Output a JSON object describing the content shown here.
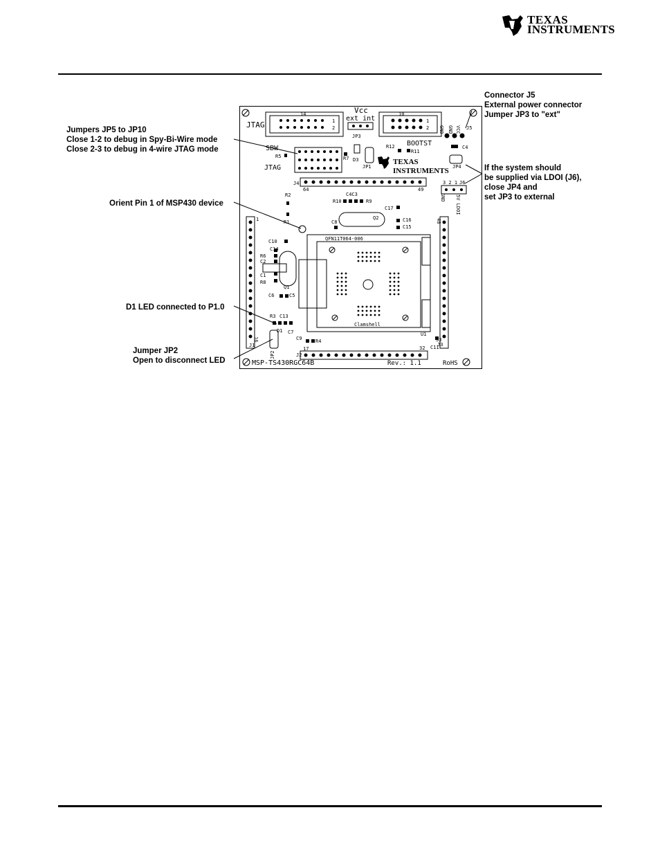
{
  "header": {
    "brand_line1": "Texas",
    "brand_line2": "Instruments"
  },
  "callouts": {
    "j5": [
      "Connector J5",
      "External power connector",
      "Jumper JP3 to \"ext\""
    ],
    "jumpers": [
      "Jumpers JP5 to JP10",
      "Close 1-2 to debug in Spy-Bi-Wire mode",
      "Close 2-3 to debug in 4-wire JTAG mode"
    ],
    "ldoi": [
      "If the system should",
      "be supplied via LDOI (J6),",
      "close JP4 and",
      "set JP3 to external"
    ],
    "pin1": [
      "Orient Pin 1 of MSP430 device"
    ],
    "d1": [
      "D1 LED connected to P1.0"
    ],
    "jp2": [
      "Jumper JP2",
      "Open to disconnect LED"
    ]
  },
  "board": {
    "jtag": "JTAG",
    "jtag2": "JTAG",
    "sbw": "SBW",
    "vcc": "Vcc",
    "ext_int": "ext  int",
    "jp3": "JP3",
    "bootst": "BOOTST",
    "j4": "J4",
    "pin64": "64",
    "pin49": "49",
    "pin48": "48",
    "pin33": "33",
    "pin32": "32",
    "pin17": "17",
    "pin16": "16",
    "pin1": "1",
    "j1": "J1",
    "j2": "J2",
    "j3": "J3",
    "j5": "J5",
    "j6": "J6",
    "jp1": "JP1",
    "jp2": "JP2",
    "jp4": "JP4",
    "d1": "D1",
    "d3": "D3",
    "q1": "Q1",
    "q2": "Q2",
    "u1": "U1",
    "r1": "R1",
    "r2": "R2",
    "r3": "R3",
    "r4": "R4",
    "r5": "R5",
    "r6": "R6",
    "r7": "R7",
    "r8": "R8",
    "r9": "R9",
    "r10": "R10",
    "r11": "R11",
    "r12": "R12",
    "c1": "C1",
    "c2": "C2",
    "c3": "C3",
    "c4": "C4",
    "c4c3": "C4C3",
    "c5": "C5",
    "c6": "C6",
    "c7": "C7",
    "c8": "C8",
    "c9": "C9",
    "c10": "C10",
    "c11": "C11",
    "c13": "C13",
    "c14": "C14",
    "c15": "C15",
    "c16": "C16",
    "c17": "C17",
    "socket": "QFN11T064-006",
    "clamshell": "Clamshell",
    "model": "MSP-TS430RGC64B",
    "rev": "Rev.: 1.1",
    "rohs": "RoHS",
    "gnd": "GND",
    "vcc_j5": "VCC",
    "fivev_ldoi": "5V LDOI",
    "j6_pins": "3 2 1",
    "brand_line1": "Texas",
    "brand_line2": "Instruments",
    "hdr_14": "14",
    "hdr_10": "10",
    "hdr_one": "1",
    "hdr_two": "2"
  }
}
